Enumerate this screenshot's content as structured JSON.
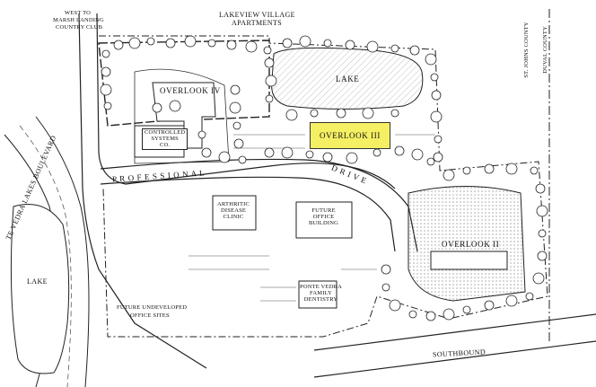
{
  "labels": {
    "west_to": "WEST TO",
    "marsh_landing": "MARSH LANDING",
    "country_club": "COUNTRY CLUB",
    "lakeview_1": "LAKEVIEW VILLAGE",
    "lakeview_2": "APARTMENTS",
    "lake_top": "LAKE",
    "overlook_iv": "OVERLOOK IV",
    "overlook_iii": "OVERLOOK III",
    "overlook_ii": "OVERLOOK II",
    "controlled_1": "CONTROLLED",
    "controlled_2": "SYSTEMS",
    "controlled_3": "CO.",
    "professional": "P R O F E S S I O N A L",
    "drive": "D R I V E",
    "arthritic_1": "ARTHRITIC",
    "arthritic_2": "DISEASE",
    "arthritic_3": "CLINIC",
    "future_1": "FUTURE",
    "future_2": "OFFICE",
    "future_3": "BUILDING",
    "ponte_1": "PONTE VEDRA",
    "ponte_2": "FAMILY",
    "ponte_3": "DENTISTRY",
    "lake_left": "LAKE",
    "undeveloped_1": "FUTURE UNDEVELOPED",
    "undeveloped_2": "OFFICE SITES",
    "ponte_blvd": "TE VEDRA LAKES BOULEVARD",
    "southbound": "SOUTHBOUND",
    "st_johns": "ST. JOHNS COUNTY",
    "duval": "DUVAL COUNTY"
  },
  "colors": {
    "highlight": "#f4ef63",
    "ink": "#111111",
    "hatch": "#9a9a9a"
  }
}
